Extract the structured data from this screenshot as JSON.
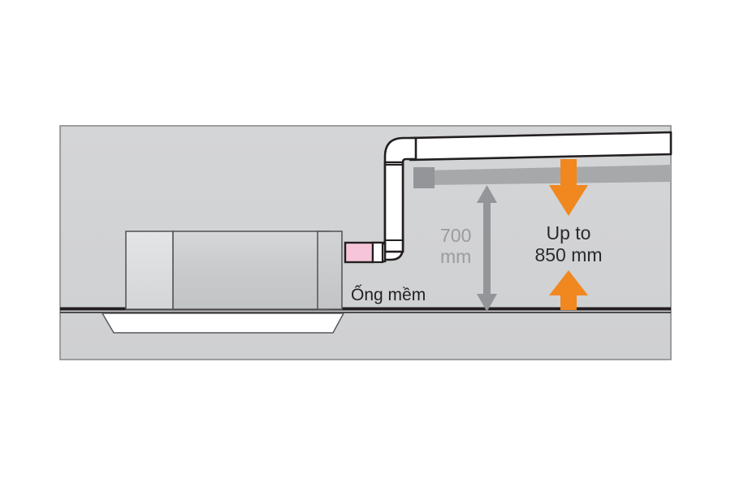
{
  "diagram": {
    "title": "Ceiling cassette drain pipe installation height diagram",
    "colors": {
      "wall_fill": "#d2d3d5",
      "wall_stroke": "#8b8c8e",
      "unit_body": "#c9cacc",
      "unit_body_light": "#dedfe1",
      "unit_side": "#c4c5c7",
      "panel_white": "#ffffff",
      "pipe_white": "#ffffff",
      "pipe_stroke": "#231f20",
      "gray_pipe": "#a7a8aa",
      "gray_pipe_dark": "#939598",
      "hose_pink": "#f7c5d9",
      "orange_arrow": "#f0871f",
      "dim_arrow_gray": "#939598",
      "ceiling_line": "#231f20",
      "text_dark": "#2b2b2b",
      "text_gray": "#9b9b9b"
    },
    "labels": {
      "dimension_700": {
        "line1": "700",
        "line2": "mm"
      },
      "flexible_hose": "Ống mềm",
      "height_range": {
        "line1": "Up to",
        "line2": "850 mm"
      }
    },
    "components": {
      "indoor_unit": "indoor-unit-body",
      "ceiling_panel": "ceiling-panel",
      "flexible_hose_segment": "flexible-hose",
      "drain_riser_pipe": "drain-riser-pipe",
      "horizontal_drain_pipe": "horizontal-drain-pipe",
      "gray_refrigerant_pipe": "gray-refrigerant-pipe",
      "ceiling_slab": "ceiling-slab"
    },
    "annotations": {
      "down_arrow": "orange-down-arrow",
      "up_arrow": "orange-up-arrow",
      "vertical_dimension": "gray-double-arrow"
    }
  }
}
